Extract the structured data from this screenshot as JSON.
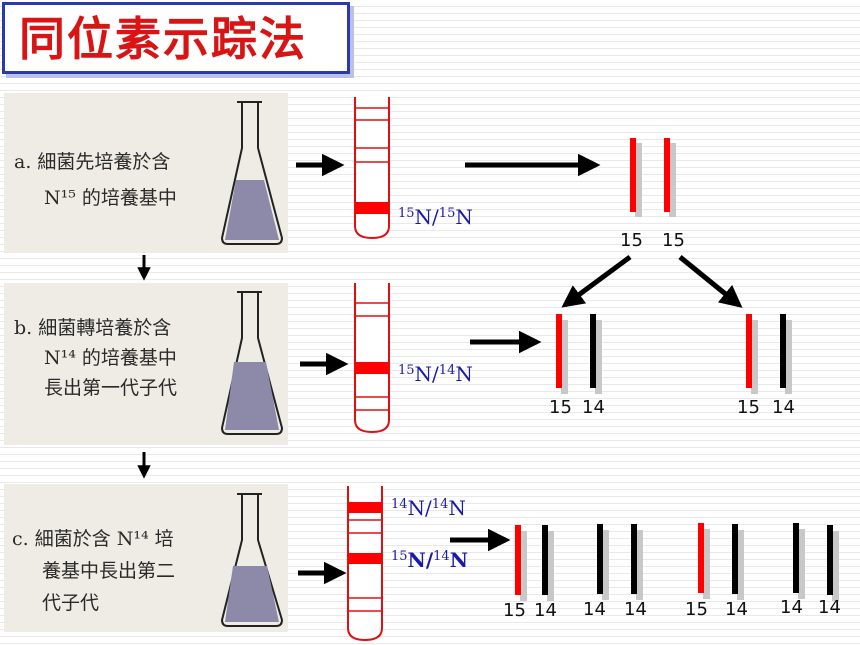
{
  "title": "同位素示踪法",
  "steps": [
    {
      "line1": "a. 細菌先培養於含",
      "line2": "N¹⁵ 的培養基中",
      "line3": ""
    },
    {
      "line1": "b. 細菌轉培養於含",
      "line2": "N¹⁴ 的培養基中",
      "line3": "長出第一代子代"
    },
    {
      "line1": "c. 細菌於含 N¹⁴ 培",
      "line2": "養基中長出第二",
      "line3": "代子代"
    }
  ],
  "band_labels": {
    "a": {
      "mass1": "15",
      "sym1": "N/",
      "mass2": "15",
      "sym2": "N"
    },
    "b": {
      "mass1": "15",
      "sym1": "N/",
      "mass2": "14",
      "sym2": "N"
    },
    "c_top": {
      "mass1": "14",
      "sym1": "N/",
      "mass2": "14",
      "sym2": "N"
    },
    "c_mid": {
      "mass1": "15",
      "sym1": "N/",
      "mass2": "14",
      "sym2": "N"
    }
  },
  "strand_labels": {
    "gen0": [
      "15",
      "15"
    ],
    "gen1_left": [
      "15",
      "14"
    ],
    "gen1_right": [
      "15",
      "14"
    ],
    "gen2": [
      "15",
      "14",
      "14",
      "14",
      "15",
      "14",
      "14",
      "14"
    ]
  },
  "colors": {
    "title_text": "#d91414",
    "title_border": "#2a3aa8",
    "band_red": "#ff0000",
    "tube_outline": "#e01010",
    "strand_red": "#ff0000",
    "strand_black": "#000000",
    "strand_shadow": "#c8c8c8",
    "isotope_label": "#1a1aa8",
    "flask_liquid": "#8c8aa8"
  },
  "icons": [
    "erlenmeyer-flask-icon",
    "centrifuge-tube-icon",
    "arrow-right-icon",
    "arrow-down-icon"
  ]
}
